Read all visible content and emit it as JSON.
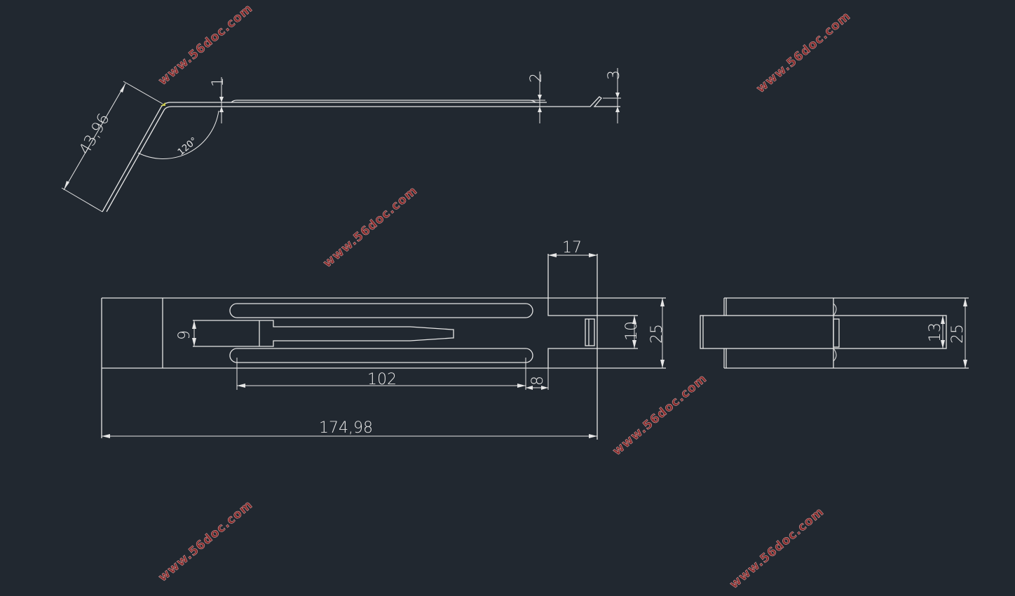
{
  "colors": {
    "background": "#212830",
    "line": "#e6e6e6",
    "watermark": "#8a2b2b"
  },
  "side_view": {
    "dim_length": "43,96",
    "dim_angle": "120°",
    "dim_thickness": "1",
    "dim_step": "2",
    "dim_tip": "3"
  },
  "front_view": {
    "dim_tab_width": "17",
    "dim_stem_width": "9",
    "dim_tab_height": "10",
    "dim_height": "25",
    "dim_slot_length": "102",
    "dim_gap": "8",
    "dim_total_length": "174,98"
  },
  "end_view": {
    "dim_inner_height": "13",
    "dim_height": "25"
  },
  "watermarks": [
    "www.56doc.com",
    "www.56doc.com",
    "www.56doc.com",
    "www.56doc.com",
    "www.56doc.com",
    "www.56doc.com"
  ]
}
